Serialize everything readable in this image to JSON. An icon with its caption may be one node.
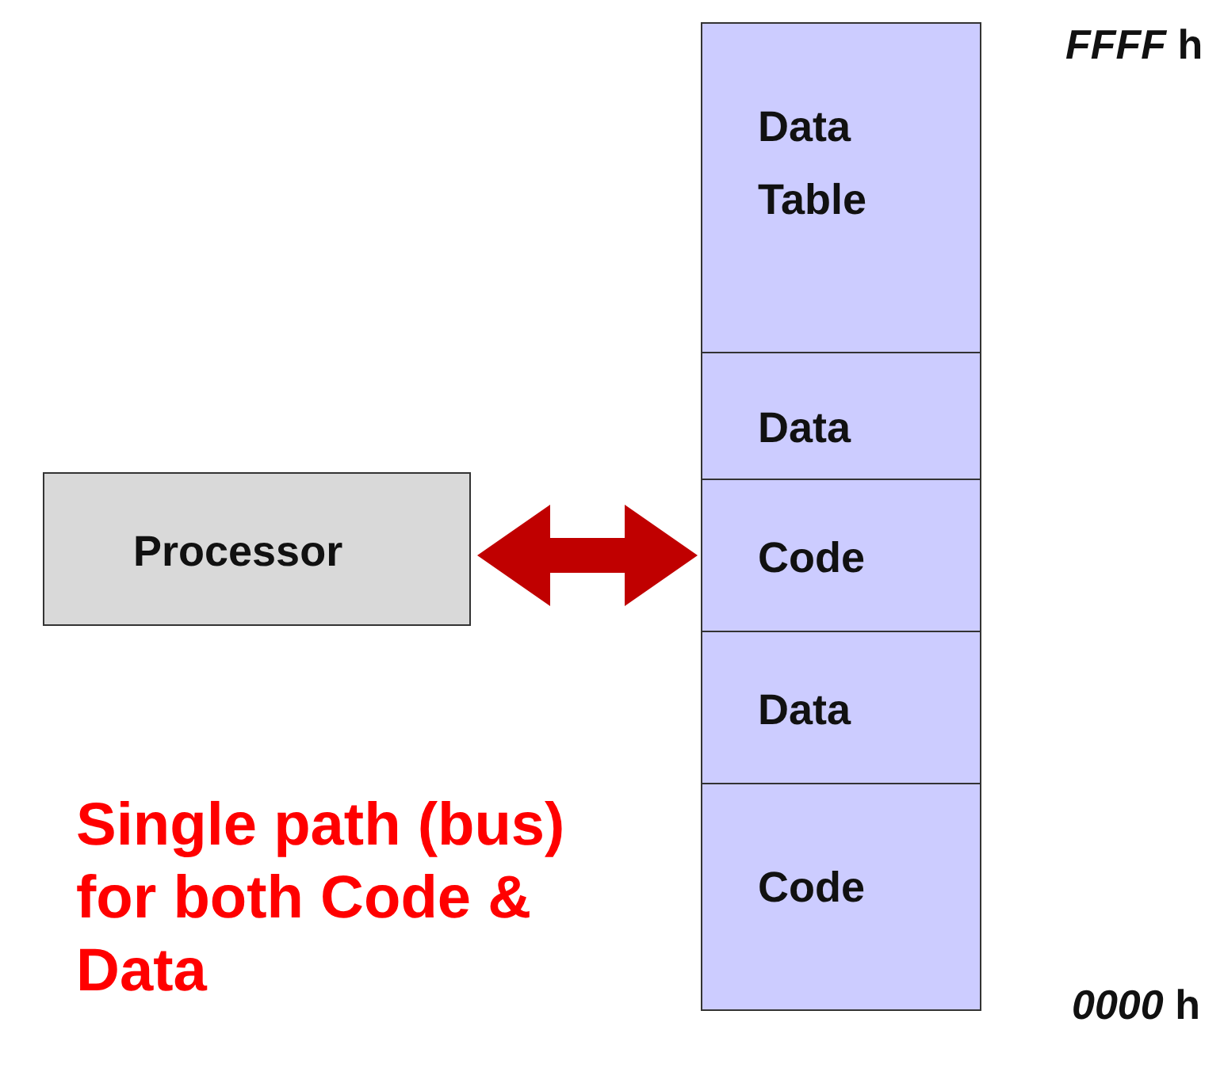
{
  "diagram": {
    "nodes": [
      {
        "text": [
          "Processor"
        ]
      },
      {
        "text": [
          "Data Table"
        ]
      },
      {
        "text": [
          "Data"
        ]
      },
      {
        "text": [
          "Code"
        ]
      },
      {
        "text": [
          "Data"
        ]
      },
      {
        "text": [
          "Code"
        ]
      }
    ],
    "edges": [
      {
        "from": 0,
        "to": 3,
        "arrow": "both",
        "color": "#c00000"
      }
    ],
    "labels": [
      "*FFFF* h",
      "Single path (bus) for both Code & Data",
      "*0000* h"
    ]
  }
}
